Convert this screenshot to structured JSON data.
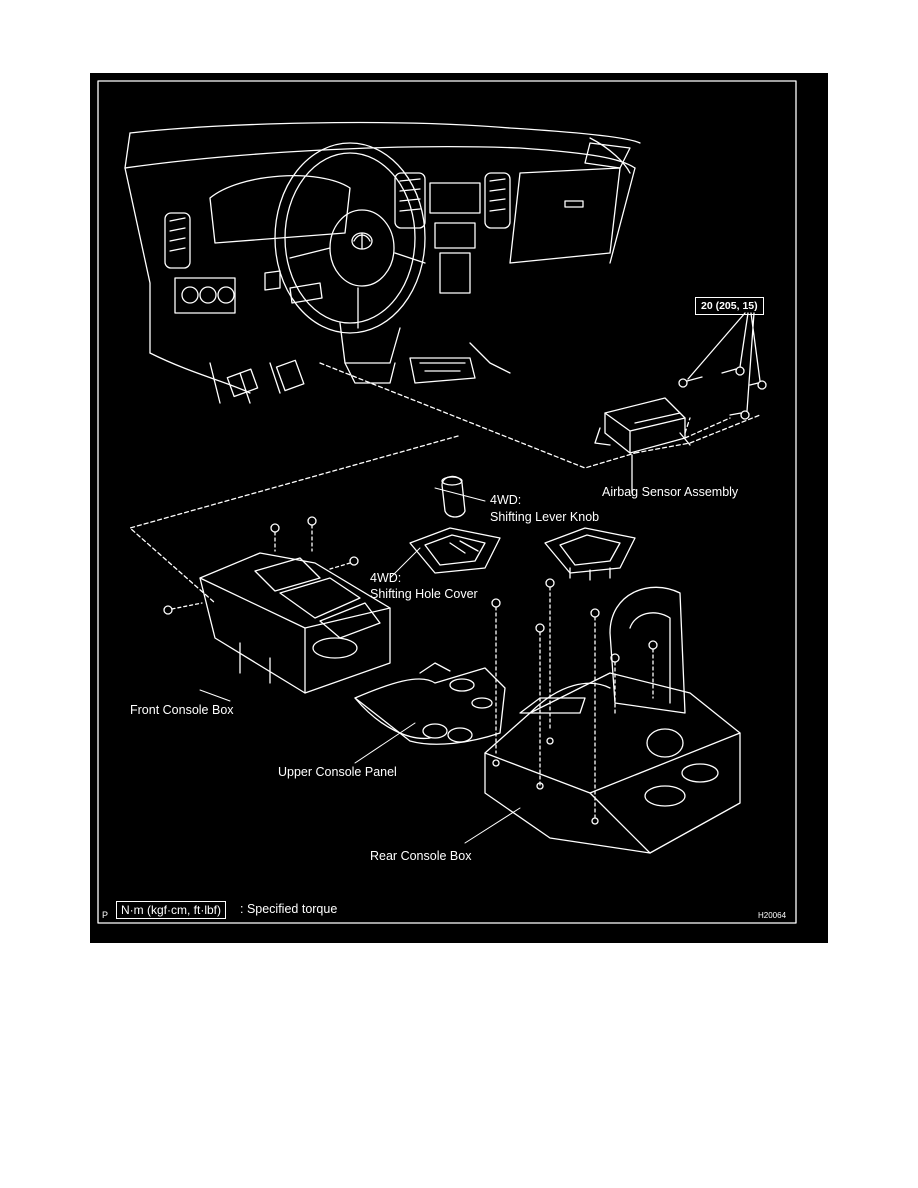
{
  "labels": {
    "torque_spec": "20 (205, 15)",
    "airbag_sensor": "Airbag Sensor Assembly",
    "knob_line1": "4WD:",
    "knob_line2": "Shifting Lever Knob",
    "hole_line1": "4WD:",
    "hole_line2": "Shifting Hole Cover",
    "front_console": "Front Console Box",
    "upper_panel": "Upper Console Panel",
    "rear_console": "Rear Console Box"
  },
  "legend": {
    "unit_box": "N·m (kgf·cm, ft·lbf)",
    "text": ": Specified torque",
    "corner_mark": "P",
    "figure_code": "H20064"
  },
  "colors": {
    "background": "#000000",
    "line": "#ffffff",
    "page": "#ffffff"
  }
}
